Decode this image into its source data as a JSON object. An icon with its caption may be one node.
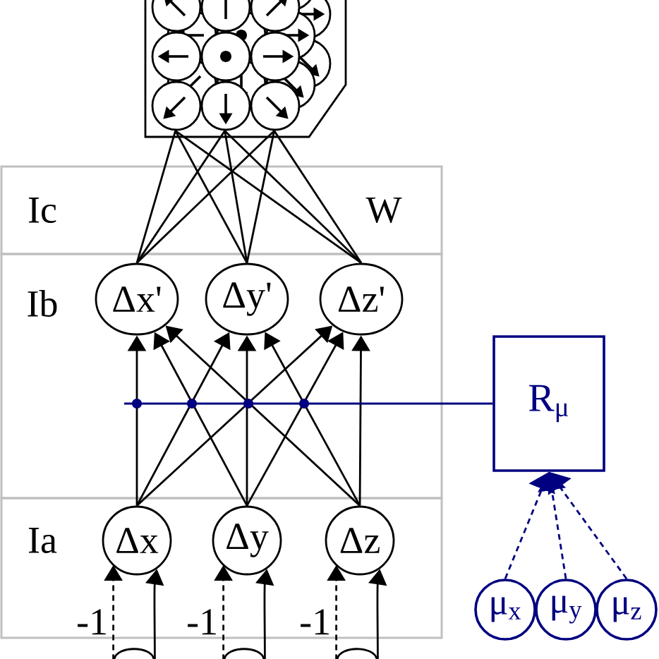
{
  "diagram": {
    "nodes": [
      {
        "text": [],
        "shape": "picture"
      },
      {
        "text": [
          "Δx'"
        ]
      },
      {
        "text": [
          "Δy'"
        ]
      },
      {
        "text": [
          "Δz'"
        ]
      },
      {
        "text": [
          "R$_{μ}$"
        ]
      },
      {
        "text": [
          "Δx"
        ]
      },
      {
        "text": [
          "Δy"
        ]
      },
      {
        "text": [
          "Δz"
        ]
      },
      {
        "text": [
          "μ$_{x}$"
        ]
      },
      {
        "text": [
          "μ$_{y}$"
        ]
      },
      {
        "text": [
          "μ$_{z}$"
        ]
      },
      {
        "text": [],
        "shape": "circle"
      },
      {
        "text": [],
        "shape": "circle"
      },
      {
        "text": [],
        "shape": "circle"
      }
    ],
    "edges": [
      {
        "from": 1,
        "to": 0,
        "arrow": "none"
      },
      {
        "from": 1,
        "to": 0,
        "arrow": "none"
      },
      {
        "from": 1,
        "to": 0,
        "arrow": "none"
      },
      {
        "from": 2,
        "to": 0,
        "arrow": "none"
      },
      {
        "from": 2,
        "to": 0,
        "arrow": "none"
      },
      {
        "from": 2,
        "to": 0,
        "arrow": "none"
      },
      {
        "from": 3,
        "to": 0,
        "arrow": "none"
      },
      {
        "from": 3,
        "to": 0,
        "arrow": "none"
      },
      {
        "from": 3,
        "to": 0,
        "arrow": "none"
      },
      {
        "from": 5,
        "to": 1,
        "arrow": "to"
      },
      {
        "from": 5,
        "to": 2,
        "arrow": "to"
      },
      {
        "from": 5,
        "to": 3,
        "arrow": "to"
      },
      {
        "from": 6,
        "to": 1,
        "arrow": "to"
      },
      {
        "from": 6,
        "to": 2,
        "arrow": "to"
      },
      {
        "from": 6,
        "to": 3,
        "arrow": "to"
      },
      {
        "from": 7,
        "to": 1,
        "arrow": "to"
      },
      {
        "from": 7,
        "to": 2,
        "arrow": "to"
      },
      {
        "from": 7,
        "to": 3,
        "arrow": "to"
      },
      {
        "from": 4,
        "to": null,
        "arrow": "none",
        "color": "#000080"
      },
      {
        "from": 8,
        "to": 4,
        "arrow": "to",
        "style": "dashed",
        "color": "#000080"
      },
      {
        "from": 9,
        "to": 4,
        "arrow": "to",
        "style": "dashed",
        "color": "#000080"
      },
      {
        "from": 10,
        "to": 4,
        "arrow": "to",
        "style": "dashed",
        "color": "#000080"
      },
      {
        "from": 11,
        "to": 5,
        "arrow": "to",
        "style": "dashed",
        "label": "-1"
      },
      {
        "from": 11,
        "to": 5,
        "arrow": "to"
      },
      {
        "from": 12,
        "to": 6,
        "arrow": "to",
        "style": "dashed",
        "label": "-1"
      },
      {
        "from": 12,
        "to": 6,
        "arrow": "to"
      },
      {
        "from": 13,
        "to": 7,
        "arrow": "to",
        "style": "dashed",
        "label": "-1"
      },
      {
        "from": 13,
        "to": 7,
        "arrow": "to"
      }
    ],
    "labels": [
      "Ic",
      "W",
      "Ib",
      "Ia"
    ]
  }
}
